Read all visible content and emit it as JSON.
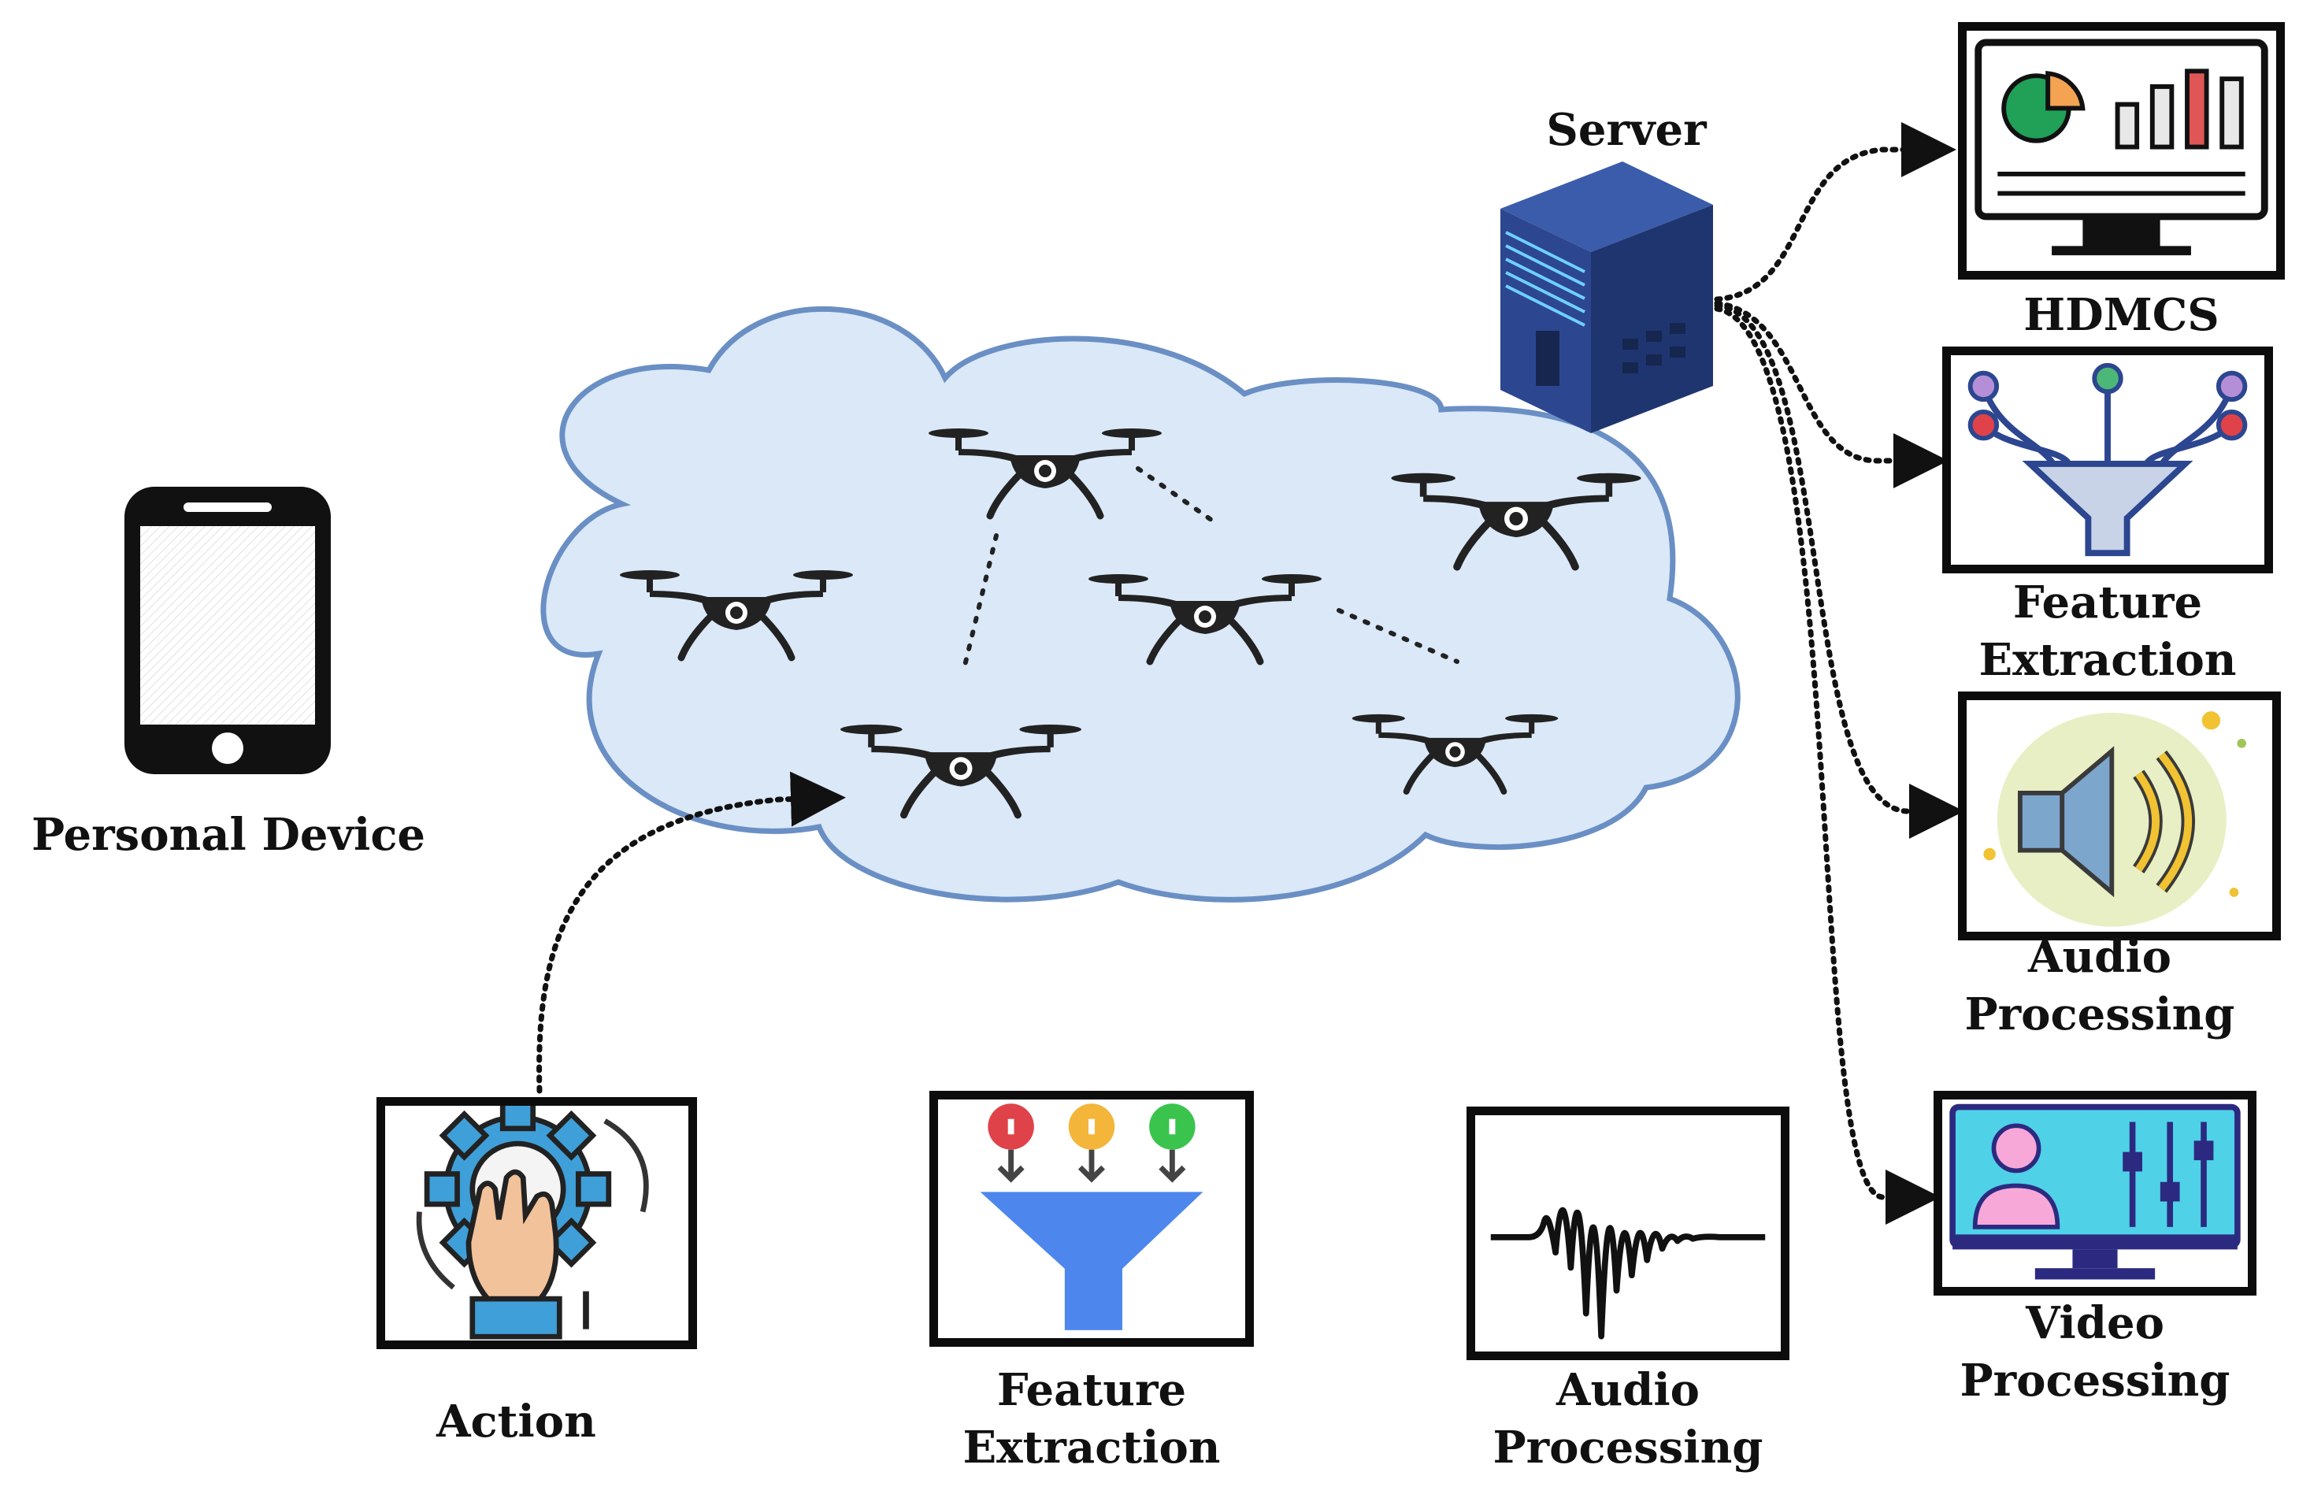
{
  "labels": {
    "server": "Server",
    "personal_device": "Personal Device",
    "hdmcs": "HDMCS",
    "feature_extraction_right_1": "Feature",
    "feature_extraction_right_2": "Extraction",
    "audio_processing_right_1": "Audio",
    "audio_processing_right_2": "Processing",
    "video_processing_1": "Video",
    "video_processing_2": "Processing",
    "action": "Action",
    "feature_extraction_bottom_1": "Feature",
    "feature_extraction_bottom_2": "Extraction",
    "audio_processing_bottom_1": "Audio",
    "audio_processing_bottom_2": "Processing"
  },
  "icons": {
    "phone": "smartphone-icon",
    "server": "server-rack-icon",
    "drone": "drone-icon",
    "hdmcs": "monitor-dashboard-icon",
    "feature_extraction": "filter-funnel-icon",
    "audio_processing": "speaker-icon",
    "video_processing": "video-monitor-icon",
    "action": "hand-gear-icon",
    "waveform": "sound-wave-icon"
  },
  "colors": {
    "cloud_fill": "#dae8f8",
    "cloud_stroke": "#6a8fc4",
    "server_blue": "#2c4690",
    "drone_black": "#222222",
    "box_border": "#0c0c0c"
  }
}
